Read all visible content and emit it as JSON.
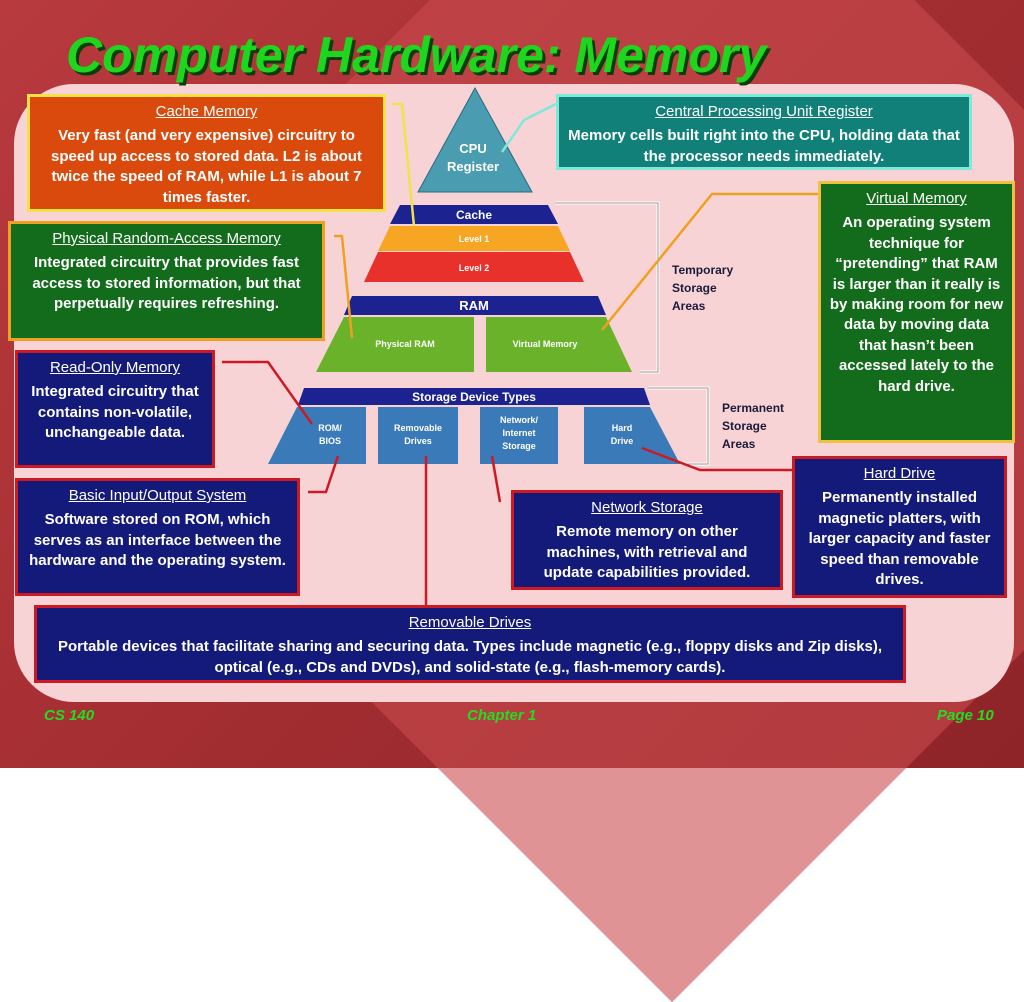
{
  "title": "Computer Hardware: Memory",
  "pyramid": {
    "cpu_register_line1": "CPU",
    "cpu_register_line2": "Register",
    "cache": "Cache",
    "level1": "Level 1",
    "level2": "Level 2",
    "ram": "RAM",
    "physical_ram": "Physical RAM",
    "virtual_memory": "Virtual Memory",
    "storage_device_types": "Storage Device Types",
    "rom_bios_line1": "ROM/",
    "rom_bios_line2": "BIOS",
    "removable_line1": "Removable",
    "removable_line2": "Drives",
    "network_line1": "Network/",
    "network_line2": "Internet",
    "network_line3": "Storage",
    "hard_line1": "Hard",
    "hard_line2": "Drive",
    "temporary_line1": "Temporary",
    "temporary_line2": "Storage",
    "temporary_line3": "Areas",
    "permanent_line1": "Permanent",
    "permanent_line2": "Storage",
    "permanent_line3": "Areas"
  },
  "boxes": {
    "cache": {
      "heading": "Cache Memory",
      "body": "Very fast (and very expensive) circuitry to speed up access to stored data.  L2 is about twice the speed of RAM, while L1 is about 7 times faster."
    },
    "cpu_register": {
      "heading": "Central Processing Unit Register",
      "body": "Memory cells built right into the CPU, holding data that the processor needs immediately."
    },
    "physical_ram": {
      "heading": "Physical Random-Access Memory",
      "body": "Integrated circuitry that provides fast access to stored information, but that perpetually requires refreshing."
    },
    "virtual_memory": {
      "heading": "Virtual Memory",
      "body": "An operating system technique for “pretending” that RAM is larger than it really is by making room for new data by moving data that hasn’t been accessed lately to the hard drive."
    },
    "rom": {
      "heading": "Read-Only Memory",
      "body": "Integrated circuitry that contains non-volatile, unchangeable data."
    },
    "bios": {
      "heading": "Basic Input/Output System",
      "body": "Software stored on ROM, which serves as an interface between the hardware and the operating system."
    },
    "network_storage": {
      "heading": "Network Storage",
      "body": "Remote memory on other machines, with retrieval and update capabilities provided."
    },
    "hard_drive": {
      "heading": "Hard Drive",
      "body": "Permanently installed magnetic platters, with larger capacity and faster speed than removable drives."
    },
    "removable_drives": {
      "heading": "Removable Drives",
      "body": "Portable devices that facilitate sharing and securing data.  Types include magnetic (e.g., floppy disks and Zip disks), optical (e.g., CDs and DVDs), and solid-state (e.g., flash-memory cards)."
    }
  },
  "footer": {
    "left": "CS 140",
    "center": "Chapter 1",
    "right": "Page 10"
  },
  "colors": {
    "title": "#1fd61f",
    "background": "#a42e32",
    "panel": "#f8d3d5"
  }
}
